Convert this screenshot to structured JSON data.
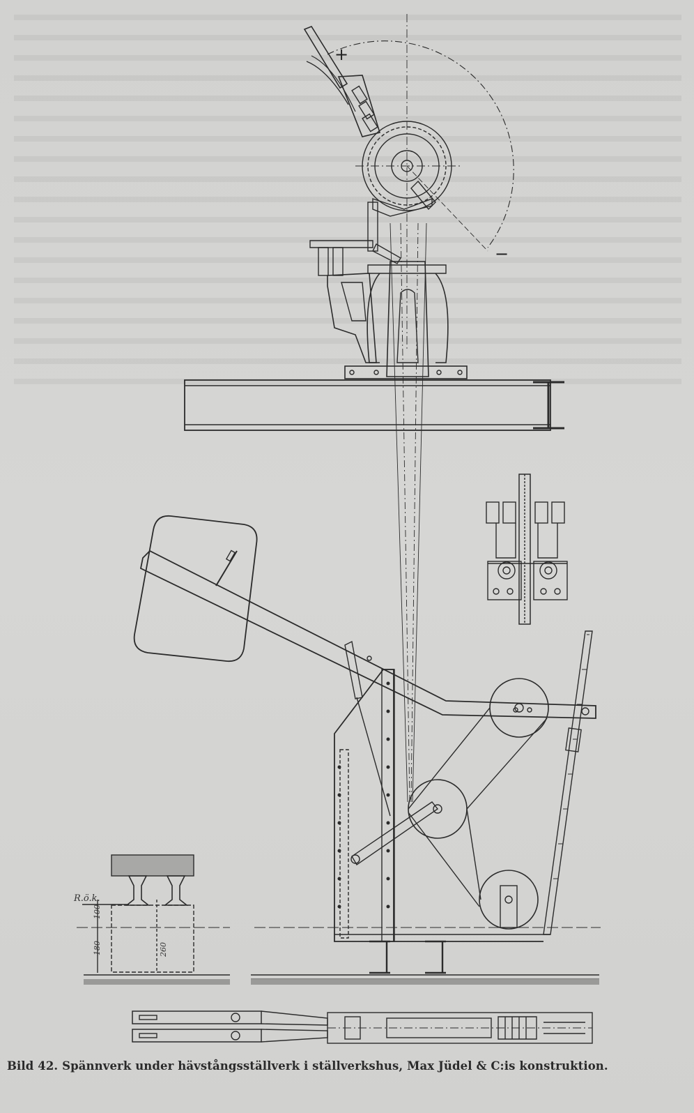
{
  "caption": "Bild 42. Spännverk under hävstångsställverk i ställverkshus, Max Jüdel & C:is konstruktion.",
  "labels": {
    "plus": "+",
    "minus": "−",
    "rail_level": "R.ö.k.",
    "dim_100": "100",
    "dim_180": "180",
    "dim_260": "260"
  }
}
